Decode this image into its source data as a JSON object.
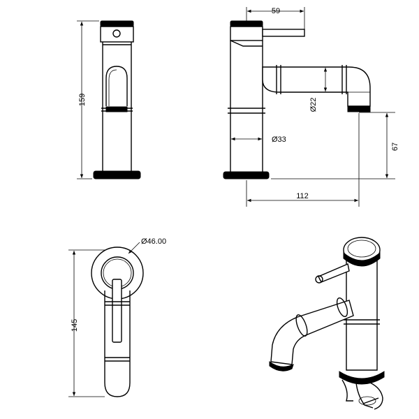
{
  "dimensions": {
    "side_height": "159",
    "spout_reach": "59",
    "spout_diameter": "Ø22",
    "body_diameter": "Ø33",
    "outlet_height": "67",
    "overall_projection": "112",
    "base_diameter": "Ø46.00",
    "plan_length": "145"
  },
  "colors": {
    "line": "#000000",
    "band": "#000000",
    "background": "#ffffff"
  }
}
